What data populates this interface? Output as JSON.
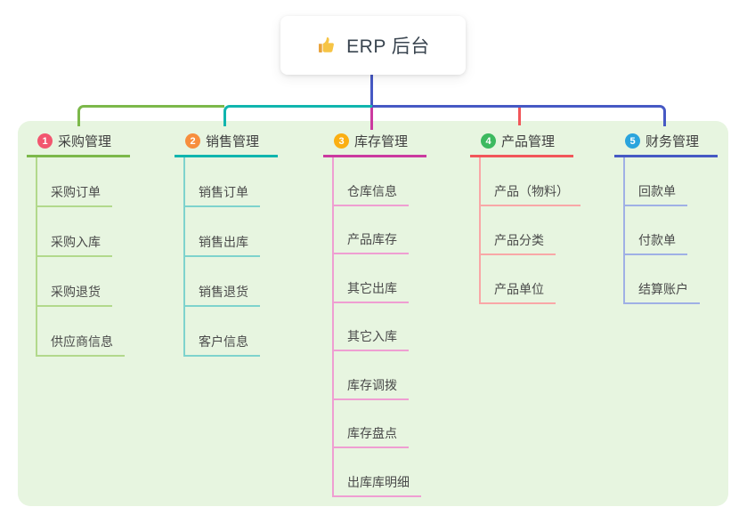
{
  "root": {
    "title": "ERP 后台",
    "icon": "thumbs-up-icon"
  },
  "colors": {
    "canvas_bg": "#ffffff",
    "panel_bg": "#e7f5e0",
    "root_line": "#4659c4",
    "root_text": "#3a4550",
    "title_text": "#3f3f3f",
    "item_text": "#4a4a4a",
    "badge_text": "#ffffff",
    "icon_gold": "#f6c445",
    "icon_gold_dark": "#e9a33c"
  },
  "branches": [
    {
      "label": "采购管理",
      "badge": "1",
      "badge_color": "#f2566f",
      "line_color": "#7cb84a",
      "sub_line_color": "#b2d98c",
      "items": [
        "采购订单",
        "采购入库",
        "采购退货",
        "供应商信息"
      ]
    },
    {
      "label": "销售管理",
      "badge": "2",
      "badge_color": "#f78e3d",
      "line_color": "#10b5ae",
      "sub_line_color": "#7ed3cd",
      "items": [
        "销售订单",
        "销售出库",
        "销售退货",
        "客户信息"
      ]
    },
    {
      "label": "库存管理",
      "badge": "3",
      "badge_color": "#fbaf12",
      "line_color": "#cb3a9f",
      "sub_line_color": "#ef9ed2",
      "items": [
        "仓库信息",
        "产品库存",
        "其它出库",
        "其它入库",
        "库存调拨",
        "库存盘点",
        "出库库明细"
      ]
    },
    {
      "label": "产品管理",
      "badge": "4",
      "badge_color": "#3cb95f",
      "line_color": "#f1565a",
      "sub_line_color": "#f9a7a7",
      "items": [
        "产品（物料）",
        "产品分类",
        "产品单位"
      ]
    },
    {
      "label": "财务管理",
      "badge": "5",
      "badge_color": "#2aa4dd",
      "line_color": "#4659c4",
      "sub_line_color": "#9fb0e5",
      "items": [
        "回款单",
        "付款单",
        "结算账户"
      ]
    }
  ]
}
